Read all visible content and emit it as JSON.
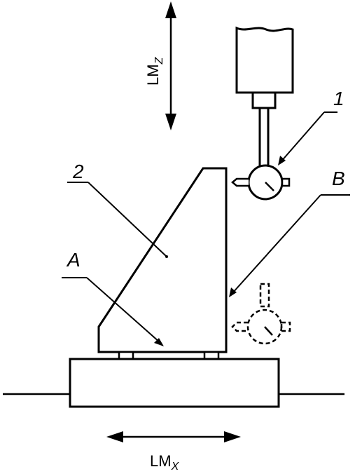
{
  "labels": {
    "lm_z": "LM",
    "lm_z_sub": "Z",
    "lm_x": "LM",
    "lm_x_sub": "X",
    "part_1": "1",
    "part_2": "2",
    "surface_a": "A",
    "surface_b": "B"
  },
  "colors": {
    "stroke": "#000000",
    "background": "#ffffff"
  }
}
